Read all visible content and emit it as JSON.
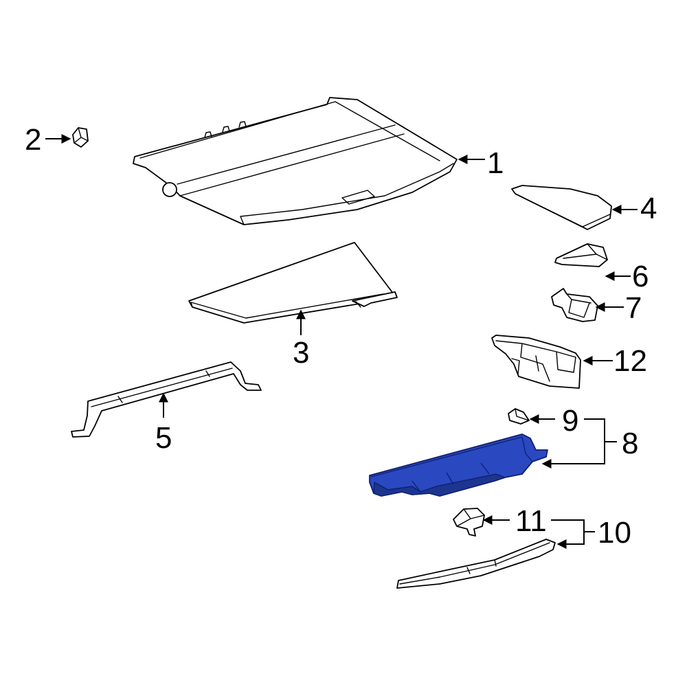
{
  "callouts": {
    "c1": "1",
    "c2": "2",
    "c3": "3",
    "c4": "4",
    "c5": "5",
    "c6": "6",
    "c7": "7",
    "c8": "8",
    "c9": "9",
    "c10": "10",
    "c11": "11",
    "c12": "12"
  },
  "highlighted_part": "8",
  "colors": {
    "highlight": "#2a48c0",
    "line": "#000000",
    "background": "#ffffff"
  }
}
